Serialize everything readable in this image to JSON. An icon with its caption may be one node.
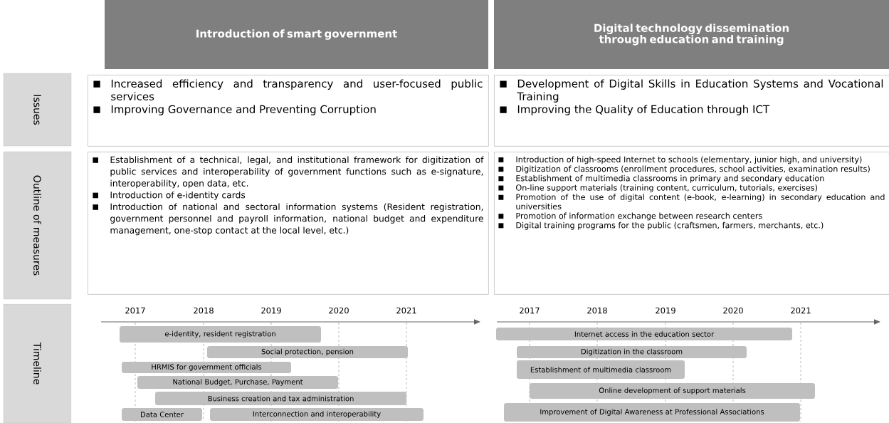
{
  "diagram": {
    "nodes": [
      {
        "text": [
          "Introduction of smart government"
        ]
      },
      {
        "text": [
          "Digital technology dissemination through education and training"
        ]
      },
      {
        "text": [
          "Issues"
        ]
      },
      {
        "text": [
          "Increased efficiency and transparency and user-focused public services",
          "Improving Governance and Preventing Corruption"
        ]
      },
      {
        "text": [
          "Development of Digital Skills in Education Systems and Vocational Training",
          "Improving the Quality of Education through ICT"
        ]
      },
      {
        "text": [
          "Outline of measures"
        ]
      },
      {
        "text": [
          "Establishment of a technical, legal, and institutional framework for digitization of public services and interoperability of government functions such as e-signature, interoperability, open data, etc.",
          "Introduction of e-identity cards",
          "Introduction of national and sectoral information systems (Resident registration, government personnel and payroll information, national budget and expenditure management, one-stop contact at the local level, etc.)"
        ]
      },
      {
        "text": [
          "Introduction of high-speed Internet to schools (elementary, junior high, and university)",
          "Digitization of classrooms (enrollment procedures, school activities, examination results)",
          "Establishment of multimedia classrooms in primary and secondary education",
          "On-line support materials (training content, curriculum, tutorials, exercises)",
          "Promotion of the use of digital content (e-book, e-learning) in secondary education and universities",
          "Promotion of information exchange between research centers",
          "Digital training programs for the public (craftsmen, farmers, merchants, etc.)"
        ]
      },
      {
        "text": [
          "Timeline"
        ]
      },
      {
        "text": [
          "e-identity, resident registration"
        ]
      },
      {
        "text": [
          "Social protection, pension"
        ]
      },
      {
        "text": [
          "HRMIS for government officials"
        ]
      },
      {
        "text": [
          "National Budget, Purchase, Payment"
        ]
      },
      {
        "text": [
          "Business creation and tax administration"
        ]
      },
      {
        "text": [
          "Data Center"
        ]
      },
      {
        "text": [
          "Interconnection and interoperability"
        ]
      },
      {
        "text": [
          "Internet access in the education sector"
        ]
      },
      {
        "text": [
          "Digitization in the classroom"
        ]
      },
      {
        "text": [
          "Establishment of multimedia classroom"
        ]
      },
      {
        "text": [
          "Online development of support materials"
        ]
      },
      {
        "text": [
          "Improvement of Digital Awareness at Professional Associations"
        ]
      }
    ],
    "labels": [
      "2017",
      "2018",
      "2019",
      "2020",
      "2021",
      "2017",
      "2018",
      "2019",
      "2020",
      "2021"
    ]
  }
}
